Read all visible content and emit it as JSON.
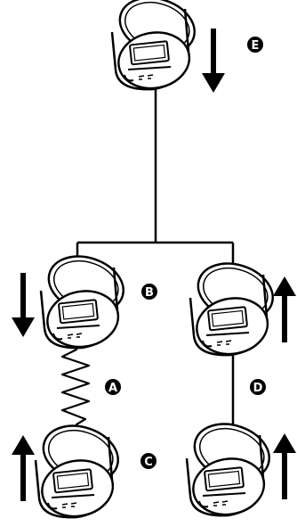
{
  "colors": {
    "ink": "#000000",
    "paper": "#ffffff"
  },
  "labels": {
    "a": "A",
    "b": "B",
    "c": "C",
    "d": "D",
    "e": "E"
  },
  "devices": [
    {
      "id": "E",
      "arrow": "down"
    },
    {
      "id": "B",
      "arrow": "down"
    },
    {
      "id": "C",
      "arrow": "up"
    },
    {
      "id": "right-top",
      "arrow": "up"
    },
    {
      "id": "right-bottom",
      "arrow": "up"
    }
  ],
  "connections": {
    "A": "spring",
    "D": "rigid-rod"
  }
}
